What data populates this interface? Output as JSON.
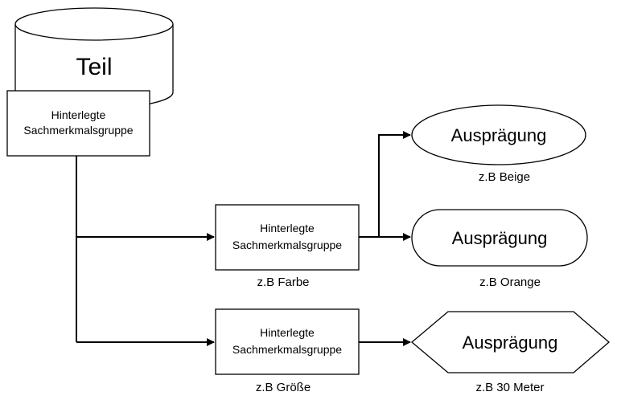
{
  "part": {
    "label": "Teil"
  },
  "root_box": {
    "line1": "Hinterlegte",
    "line2": "Sachmerkmalsgruppe"
  },
  "groups": [
    {
      "line1": "Hinterlegte",
      "line2": "Sachmerkmalsgruppe",
      "caption": "z.B Farbe"
    },
    {
      "line1": "Hinterlegte",
      "line2": "Sachmerkmalsgruppe",
      "caption": "z.B Größe"
    }
  ],
  "values": [
    {
      "label": "Ausprägung",
      "caption": "z.B Beige",
      "shape": "ellipse"
    },
    {
      "label": "Ausprägung",
      "caption": "z.B Orange",
      "shape": "rounded-rectangle"
    },
    {
      "label": "Ausprägung",
      "caption": "z.B 30 Meter",
      "shape": "hexagon"
    }
  ]
}
